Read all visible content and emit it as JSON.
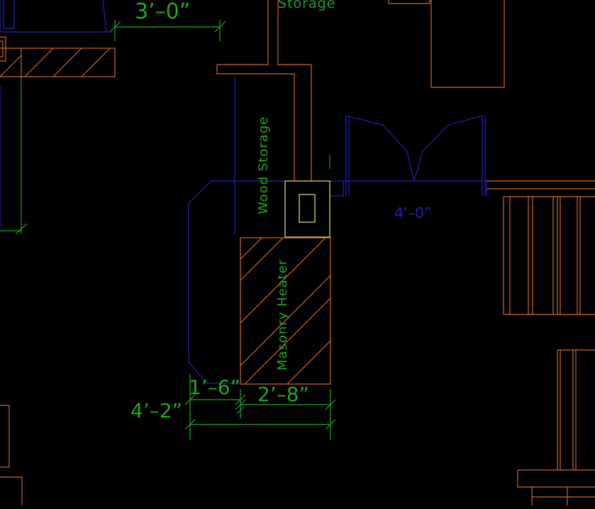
{
  "colors": {
    "background": "#000000",
    "wall_orange": "#d2691e",
    "outline_blue": "#2323b4",
    "dimension_green": "#23a623",
    "flue_yellow": "#e6e66e"
  },
  "labels": {
    "storage_top": "Storage",
    "wood_storage": "Wood Storage",
    "masonry_heater": "Masonry Heater"
  },
  "dimensions": {
    "top_width": "3’–0”",
    "door_width": "4’–0”",
    "left_offset": "1’–6”",
    "heater_width": "2’–8”",
    "overall_width": "4’–2”"
  }
}
